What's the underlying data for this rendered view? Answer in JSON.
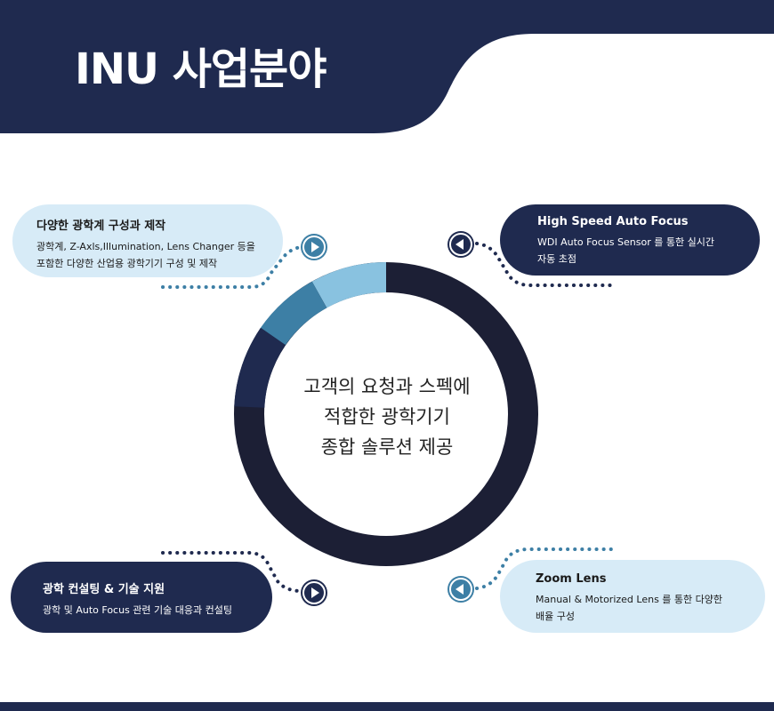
{
  "header": {
    "title": "INU 사업분야"
  },
  "center": {
    "lines": [
      "고객의 요청과 스펙에",
      "적합한 광학기기",
      "종합 솔루션 제공"
    ]
  },
  "colors": {
    "navy": "#1f2a4f",
    "dark_ring": "#1c1f35",
    "teal": "#3d7fa5",
    "light_blue": "#89c2e0",
    "pill_light": "#d7ebf7"
  },
  "cards": {
    "top_left": {
      "title": "다양한 광학계 구성과 제작",
      "desc1": "광학계, Z-Axls,Illumination, Lens Changer 등을",
      "desc2": "포함한 다양한 산업용 광학기기 구성 및 제작",
      "icon": "play-right-icon"
    },
    "top_right": {
      "title": "High Speed Auto Focus",
      "desc1": "WDI Auto Focus Sensor 를 통한 실시간",
      "desc2": "자동 초점",
      "icon": "play-left-icon"
    },
    "bottom_left": {
      "title": "광학 컨설팅 & 기술 지원",
      "desc1": "광학 및 Auto Focus 관련 기술 대응과 컨설팅",
      "icon": "play-right-icon"
    },
    "bottom_right": {
      "title": "Zoom Lens",
      "desc1": "Manual & Motorized Lens 를 통한 다양한",
      "desc2": "배율 구성",
      "icon": "play-left-icon"
    }
  }
}
